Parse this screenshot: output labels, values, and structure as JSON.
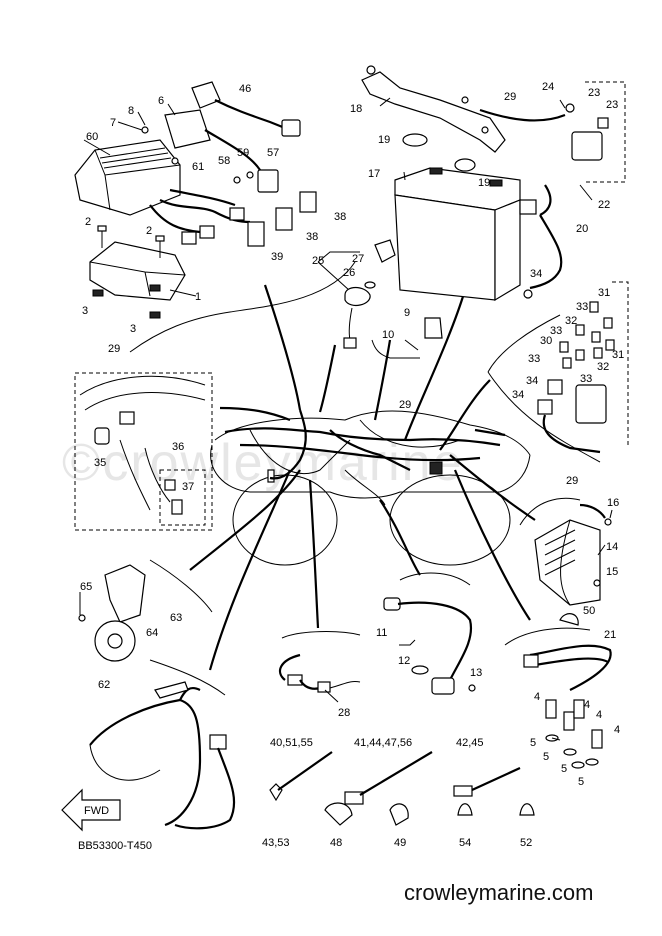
{
  "document": {
    "code": "BB53300-T450",
    "site": "crowleymarine.com",
    "watermark": "©crowleymarine",
    "fwd": "FWD"
  },
  "callouts": [
    {
      "id": "c1",
      "text": "1"
    },
    {
      "id": "c2a",
      "text": "2"
    },
    {
      "id": "c2b",
      "text": "2"
    },
    {
      "id": "c3a",
      "text": "3"
    },
    {
      "id": "c3b",
      "text": "3"
    },
    {
      "id": "c4a",
      "text": "4"
    },
    {
      "id": "c4b",
      "text": "4"
    },
    {
      "id": "c4c",
      "text": "4"
    },
    {
      "id": "c4d",
      "text": "4"
    },
    {
      "id": "c5a",
      "text": "5"
    },
    {
      "id": "c5b",
      "text": "5"
    },
    {
      "id": "c5c",
      "text": "5"
    },
    {
      "id": "c5d",
      "text": "5"
    },
    {
      "id": "c6",
      "text": "6"
    },
    {
      "id": "c7",
      "text": "7"
    },
    {
      "id": "c8",
      "text": "8"
    },
    {
      "id": "c9",
      "text": "9"
    },
    {
      "id": "c10",
      "text": "10"
    },
    {
      "id": "c11",
      "text": "11"
    },
    {
      "id": "c12",
      "text": "12"
    },
    {
      "id": "c13",
      "text": "13"
    },
    {
      "id": "c14",
      "text": "14"
    },
    {
      "id": "c15",
      "text": "15"
    },
    {
      "id": "c16",
      "text": "16"
    },
    {
      "id": "c17",
      "text": "17"
    },
    {
      "id": "c18",
      "text": "18"
    },
    {
      "id": "c19a",
      "text": "19"
    },
    {
      "id": "c19b",
      "text": "19"
    },
    {
      "id": "c20",
      "text": "20"
    },
    {
      "id": "c21",
      "text": "21"
    },
    {
      "id": "c22",
      "text": "22"
    },
    {
      "id": "c23a",
      "text": "23"
    },
    {
      "id": "c23b",
      "text": "23"
    },
    {
      "id": "c24",
      "text": "24"
    },
    {
      "id": "c25",
      "text": "25"
    },
    {
      "id": "c26",
      "text": "26"
    },
    {
      "id": "c27",
      "text": "27"
    },
    {
      "id": "c28",
      "text": "28"
    },
    {
      "id": "c29a",
      "text": "29"
    },
    {
      "id": "c29b",
      "text": "29"
    },
    {
      "id": "c29c",
      "text": "29"
    },
    {
      "id": "c29d",
      "text": "29"
    },
    {
      "id": "c30",
      "text": "30"
    },
    {
      "id": "c31a",
      "text": "31"
    },
    {
      "id": "c31b",
      "text": "31"
    },
    {
      "id": "c32a",
      "text": "32"
    },
    {
      "id": "c32b",
      "text": "32"
    },
    {
      "id": "c33a",
      "text": "33"
    },
    {
      "id": "c33b",
      "text": "33"
    },
    {
      "id": "c33c",
      "text": "33"
    },
    {
      "id": "c33d",
      "text": "33"
    },
    {
      "id": "c34a",
      "text": "34"
    },
    {
      "id": "c34b",
      "text": "34"
    },
    {
      "id": "c34c",
      "text": "34"
    },
    {
      "id": "c35",
      "text": "35"
    },
    {
      "id": "c36",
      "text": "36"
    },
    {
      "id": "c37",
      "text": "37"
    },
    {
      "id": "c38a",
      "text": "38"
    },
    {
      "id": "c38b",
      "text": "38"
    },
    {
      "id": "c39",
      "text": "39"
    },
    {
      "id": "c46",
      "text": "46"
    },
    {
      "id": "c48",
      "text": "48"
    },
    {
      "id": "c49",
      "text": "49"
    },
    {
      "id": "c50",
      "text": "50"
    },
    {
      "id": "c52",
      "text": "52"
    },
    {
      "id": "c54",
      "text": "54"
    },
    {
      "id": "c57",
      "text": "57"
    },
    {
      "id": "c58",
      "text": "58"
    },
    {
      "id": "c59",
      "text": "59"
    },
    {
      "id": "c60",
      "text": "60"
    },
    {
      "id": "c61",
      "text": "61"
    },
    {
      "id": "c62",
      "text": "62"
    },
    {
      "id": "c63",
      "text": "63"
    },
    {
      "id": "c64",
      "text": "64"
    },
    {
      "id": "c65",
      "text": "65"
    },
    {
      "id": "c404",
      "text": "40,51,55"
    },
    {
      "id": "c414",
      "text": "41,44,47,56"
    },
    {
      "id": "c424",
      "text": "42,45"
    },
    {
      "id": "c435",
      "text": "43,53"
    }
  ]
}
